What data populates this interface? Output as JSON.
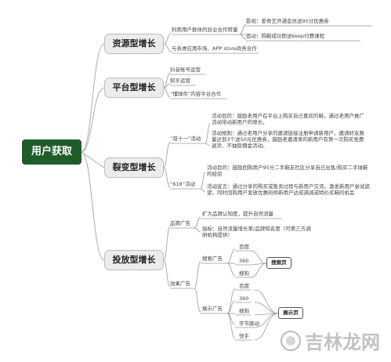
{
  "root": "用户获取",
  "categories": {
    "resource": "资源型增长",
    "platform": "平台型增长",
    "fission": "裂变型增长",
    "ads": "投放型增长"
  },
  "resource": {
    "community": "利用用户群体的异业合作转量",
    "app_store": "与各类应用市场、APP store商务合作",
    "video": "影视：爱奇艺开通会员送95分优惠券",
    "sport": "运动：购鞋成功即送keep付费课程"
  },
  "platform": {
    "douyin": "抖音账号运营",
    "zhihu": "知乎运营",
    "dongchedi": "“懂球帝”内容平台合作"
  },
  "fission": {
    "double11": "“双十一”活动",
    "d11_goal": "活动目的：鼓励老用户在平台上购买自己喜欢的鞋，通过老用户推广活动带动新用户的增长。",
    "d11_rule": "活动规则：通过老用户分享的邀请链接注册申请新用户，邀请好友数量达到3个送50元优惠券，鼓励老邀请来的新用户有第一次购买免费退货、不抽取佣金活动。",
    "e618": "“618”活动",
    "e618_goal": "活动目的：鼓励回购用户95分二手鞋友社区分享自己出售/购买二手球鞋的经验",
    "e618_rule": "活动宣言：通过分享的购买或售卖过程与新用户交流，激发新用户尝试欲望，同时回购用户发放优惠码供新用户达成满减或特价买鞋的机会"
  },
  "ads": {
    "brand": "品牌广告",
    "brand_1": "扩大品牌认知度，提升自然流量",
    "brand_2": "指标：自然流量增长率/品牌知名度（可第三方调研机构提供）",
    "effect": "效果广告",
    "search": "搜索广告",
    "search_items": [
      "百度",
      "360",
      "搜狗"
    ],
    "search_tag": "搜索页",
    "display": "展示广告",
    "display_items": [
      "百度",
      "360",
      "搜狗",
      "字节跳动",
      "快手"
    ],
    "display_tag": "展示页"
  },
  "watermark": "吉林龙网"
}
